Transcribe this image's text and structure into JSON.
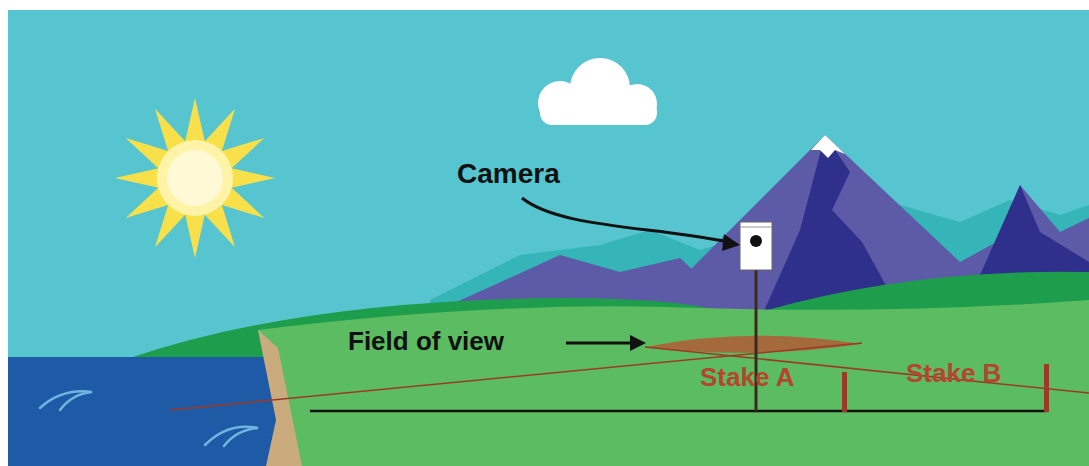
{
  "diagram": {
    "labels": [
      "Camera",
      "Field of view",
      "Stake A",
      "Stake B"
    ]
  }
}
